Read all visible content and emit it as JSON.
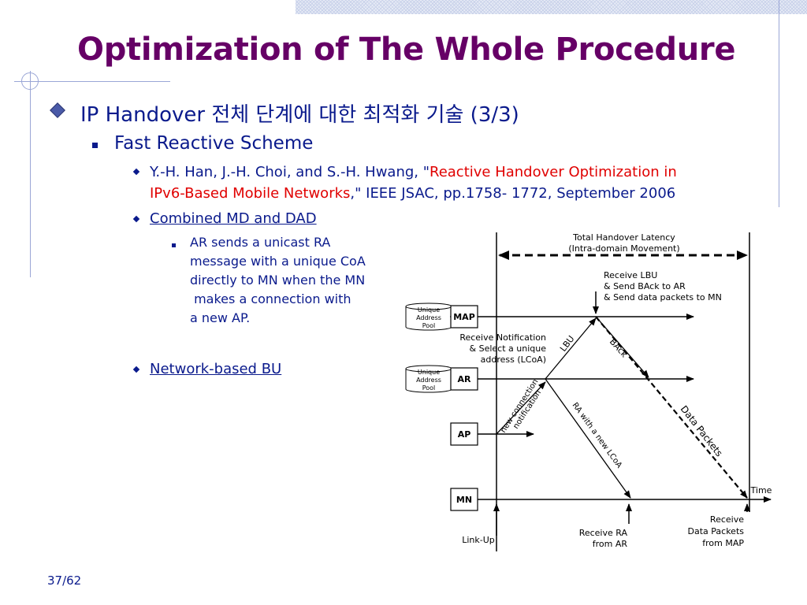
{
  "slide": {
    "title": "Optimization of The Whole Procedure",
    "page_number": "37/62"
  },
  "bullets": {
    "level1": "IP Handover 전체 단계에 대한 최적화 기술 (3/3)",
    "level2": "Fast Reactive Scheme",
    "ref_authors": "Y.-H. Han, J.-H. Choi, and S.-H. Hwang, \"",
    "ref_title_line1": "Reactive Handover Optimization in",
    "ref_title_line2": "IPv6-Based Mobile Networks",
    "ref_rest": ",\" IEEE JSAC, pp.1758- 1772, September 2006",
    "combined": "Combined MD and DAD",
    "detail_lines": [
      "AR sends a unicast RA",
      "message with a unique CoA",
      "directly to MN when the MN",
      " makes a connection with",
      "a new AP."
    ],
    "network_bu": "Network-based BU"
  },
  "diagram": {
    "latency_line1": "Total Handover Latency",
    "latency_line2": "(Intra-domain Movement)",
    "pool_line1": "Unique",
    "pool_line2": "Address",
    "pool_line3": "Pool",
    "node_map": "MAP",
    "node_ar": "AR",
    "node_ap": "AP",
    "node_mn": "MN",
    "receive_lbu_1": "Receive LBU",
    "receive_lbu_2": "& Send BAck to AR",
    "receive_lbu_3": "& Send data packets to MN",
    "notif_1": "Receive Notification",
    "notif_2": "& Select a unique",
    "notif_3": "address (LCoA)",
    "lbu": "LBU",
    "back": "BAck",
    "new_conn_1": "new connection",
    "new_conn_2": "notification",
    "ra_new_lcoa": "RA with a new LCoA",
    "data_packets": "Data Packets",
    "time": "Time",
    "link_up": "Link-Up",
    "recv_ra_1": "Receive RA",
    "recv_ra_2": "from AR",
    "recv_data_1": "Receive",
    "recv_data_2": "Data Packets",
    "recv_data_3": "from MAP"
  }
}
